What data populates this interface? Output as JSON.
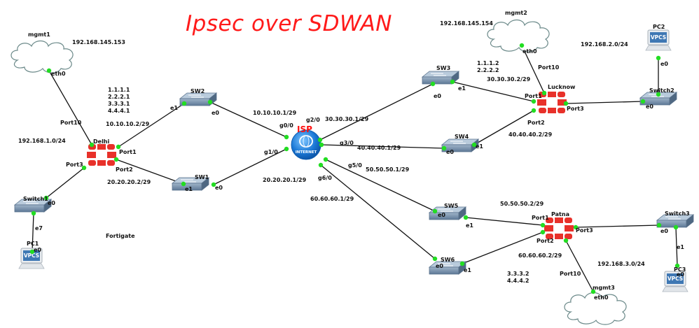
{
  "title": "Ipsec over SDWAN",
  "colors": {
    "title": "#ff1a1a",
    "link": "#111111",
    "port_dot": "#22dd22",
    "firewall": "#e8312a",
    "switch": "#6f8aa6",
    "isp_globe": "#1a78d6",
    "isp_label": "#ff1010"
  },
  "nodes": {
    "mgmt1": {
      "label": "mgmt1",
      "type": "cloud",
      "ip": "192.168.145.153"
    },
    "mgmt2": {
      "label": "mgmt2",
      "type": "cloud",
      "ip": "192.168.145.154"
    },
    "mgmt3": {
      "label": "mgmt3",
      "type": "cloud"
    },
    "delhi": {
      "label": "Delhi",
      "type": "fortigate",
      "loopbacks": [
        "1.1.1.1",
        "2.2.2.1",
        "3.3.3.1",
        "4.4.4.1"
      ],
      "lan": "192.168.1.0/24"
    },
    "lucknow": {
      "label": "Lucknow",
      "type": "fortigate",
      "loopbacks": [
        "1.1.1.2",
        "2.2.2.2"
      ],
      "lan": "192.168.2.0/24"
    },
    "patna": {
      "label": "Patna",
      "type": "fortigate",
      "loopbacks": [
        "3.3.3.2",
        "4.4.4.2"
      ],
      "lan": "192.168.3.0/24"
    },
    "isp": {
      "label": "ISP",
      "type": "internet",
      "icon_text": "INTERNET"
    },
    "sw1": {
      "label": "SW1",
      "type": "switch"
    },
    "sw2": {
      "label": "SW2",
      "type": "switch"
    },
    "sw3": {
      "label": "SW3",
      "type": "switch"
    },
    "sw4": {
      "label": "SW4",
      "type": "switch"
    },
    "sw5": {
      "label": "SW5",
      "type": "switch"
    },
    "sw6": {
      "label": "SW6",
      "type": "switch"
    },
    "switch1": {
      "label": "Switch1",
      "type": "switch"
    },
    "switch2": {
      "label": "Switch2",
      "type": "switch"
    },
    "switch3": {
      "label": "Switch3",
      "type": "switch"
    },
    "pc1": {
      "label": "PC1",
      "type": "vpcs",
      "icon_text": "VPCS"
    },
    "pc2": {
      "label": "PC2",
      "type": "vpcs",
      "icon_text": "VPCS"
    },
    "pc3": {
      "label": "PC3",
      "type": "vpcs",
      "icon_text": "VPCS"
    }
  },
  "ports": {
    "eth0": "eth0",
    "port10": "Port10",
    "port1": "Port1",
    "port2": "Port2",
    "port3": "Port3",
    "e0": "e0",
    "e1": "e1",
    "e7": "e7",
    "g0": "g0/0",
    "g1": "g1/0",
    "g2": "g2/0",
    "g3": "g3/0",
    "g5": "g5/0",
    "g6": "g6/0"
  },
  "subnets": {
    "delhi_sw2": "10.10.10.2/29",
    "isp_sw2": "10.10.10.1/29",
    "delhi_sw1": "20.20.20.2/29",
    "isp_sw1": "20.20.20.1/29",
    "isp_sw3": "30.30.30.1/29",
    "lucknow_sw3": "30.30.30.2/29",
    "isp_sw4": "40.40.40.1/29",
    "lucknow_sw4": "40.40.40.2/29",
    "isp_sw5": "50.50.50.1/29",
    "patna_sw5": "50.50.50.2/29",
    "isp_sw6": "60.60.60.1/29",
    "patna_sw6": "60.60.60.2/29"
  },
  "annotations": {
    "fortigate_note": "Fortigate"
  },
  "links": [
    [
      "mgmt1",
      "delhi"
    ],
    [
      "delhi",
      "sw2"
    ],
    [
      "sw2",
      "isp"
    ],
    [
      "delhi",
      "sw1"
    ],
    [
      "sw1",
      "isp"
    ],
    [
      "delhi",
      "switch1"
    ],
    [
      "switch1",
      "pc1"
    ],
    [
      "isp",
      "sw3"
    ],
    [
      "sw3",
      "lucknow"
    ],
    [
      "isp",
      "sw4"
    ],
    [
      "sw4",
      "lucknow"
    ],
    [
      "mgmt2",
      "lucknow"
    ],
    [
      "lucknow",
      "switch2"
    ],
    [
      "switch2",
      "pc2"
    ],
    [
      "isp",
      "sw5"
    ],
    [
      "sw5",
      "patna"
    ],
    [
      "isp",
      "sw6"
    ],
    [
      "sw6",
      "patna"
    ],
    [
      "patna",
      "mgmt3"
    ],
    [
      "patna",
      "switch3"
    ],
    [
      "switch3",
      "pc3"
    ]
  ]
}
